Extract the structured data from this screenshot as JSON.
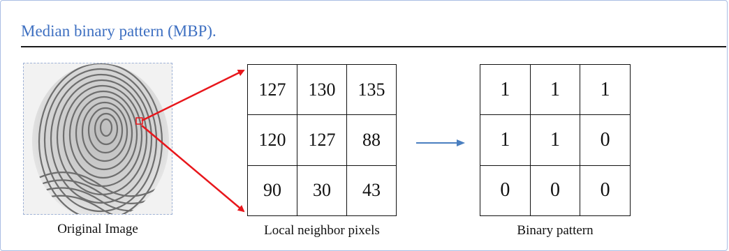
{
  "title": "Median binary pattern (MBP).",
  "captions": {
    "original": "Original Image",
    "local": "Local neighbor pixels",
    "binary": "Binary pattern"
  },
  "local_pixels": [
    [
      "127",
      "130",
      "135"
    ],
    [
      "120",
      "127",
      "88"
    ],
    [
      "90",
      "30",
      "43"
    ]
  ],
  "binary_pattern": [
    [
      "1",
      "1",
      "1"
    ],
    [
      "1",
      "1",
      "0"
    ],
    [
      "0",
      "0",
      "0"
    ]
  ],
  "colors": {
    "title": "#3d6fc1",
    "zoom_arrows": "#e8171c",
    "flow_arrow": "#4a7fc0"
  },
  "icons": {
    "fingerprint": "fingerprint-image"
  }
}
